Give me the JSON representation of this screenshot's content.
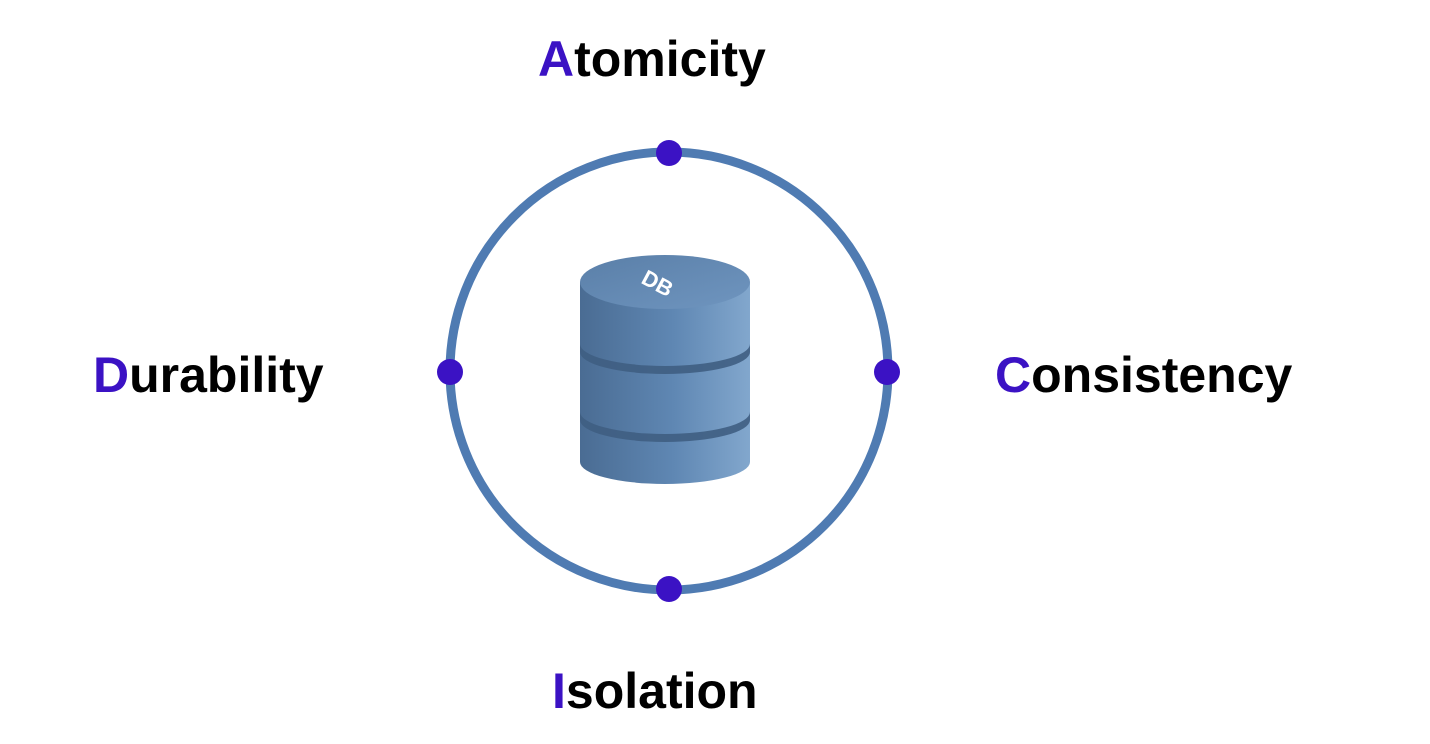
{
  "colors": {
    "ring": "#4f7bb2",
    "node": "#3b12c4",
    "initial_letter": "#3b12c4",
    "text": "#000000",
    "cylinder_dark": "#4a6c93",
    "cylinder_light": "#7ea4cb",
    "cylinder_groove": "#3f5e82"
  },
  "database": {
    "icon": "database-cylinder-icon",
    "label": "DB"
  },
  "properties": {
    "atomicity": {
      "initial": "A",
      "rest": "tomicity"
    },
    "consistency": {
      "initial": "C",
      "rest": "onsistency"
    },
    "isolation": {
      "initial": "I",
      "rest": "solation"
    },
    "durability": {
      "initial": "D",
      "rest": "urability"
    }
  }
}
